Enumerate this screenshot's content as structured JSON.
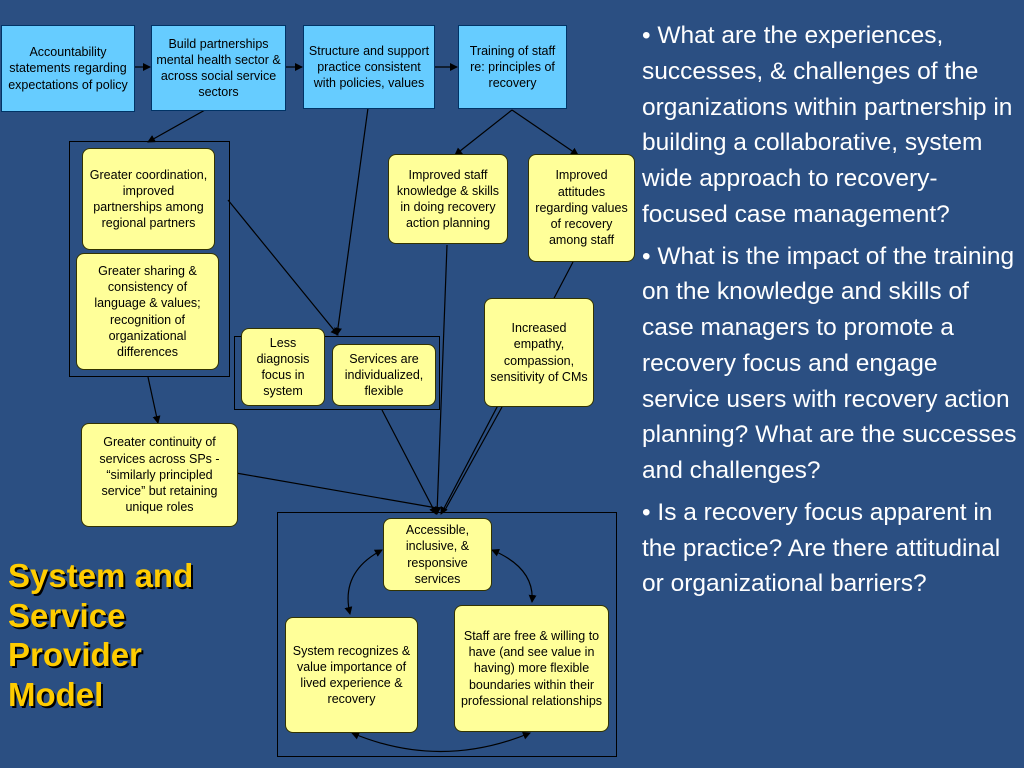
{
  "top_row": {
    "accountability": "Accountability statements regarding expectations of policy",
    "partnerships": "Build partnerships mental health sector & across social service sectors",
    "structure": "Structure and support practice consistent with policies, values",
    "training": "Training of staff re: principles of recovery"
  },
  "outcomes": {
    "coordination": "Greater coordination, improved partnerships among regional partners",
    "sharing": "Greater sharing & consistency of language & values; recognition of organizational differences",
    "continuity": "Greater continuity of services across SPs - “similarly principled service” but retaining unique roles",
    "less_diagnosis": "Less diagnosis focus in system",
    "individualized": "Services are individualized, flexible",
    "staff_knowledge": "Improved staff knowledge & skills in doing recovery action planning",
    "staff_attitudes": "Improved attitudes regarding values of recovery among staff",
    "empathy": "Increased empathy, compassion, sensitivity of CMs"
  },
  "cycle": {
    "accessible": "Accessible, inclusive, & responsive services",
    "system_recognizes": "System recognizes & value importance of lived experience & recovery",
    "staff_free": "Staff are free & willing to have (and see value in having) more flexible boundaries within their professional relationships"
  },
  "title": "System and Service Provider Model",
  "questions": [
    "• What are the experiences, successes, & challenges of the organizations within partnership in building a collaborative, system wide approach to recovery-focused case management?",
    "• What is the impact of the training on the knowledge and skills of case managers to promote a recovery focus and engage service users with recovery action planning?  What are the successes and challenges?",
    "• Is a recovery focus apparent in the practice? Are there attitudinal or organizational barriers?"
  ],
  "colors": {
    "background": "#2b4f82",
    "top_boxes": "#66ccff",
    "outcome_boxes": "#ffff99",
    "title": "#ffcc00",
    "question_text": "#ffffff"
  }
}
